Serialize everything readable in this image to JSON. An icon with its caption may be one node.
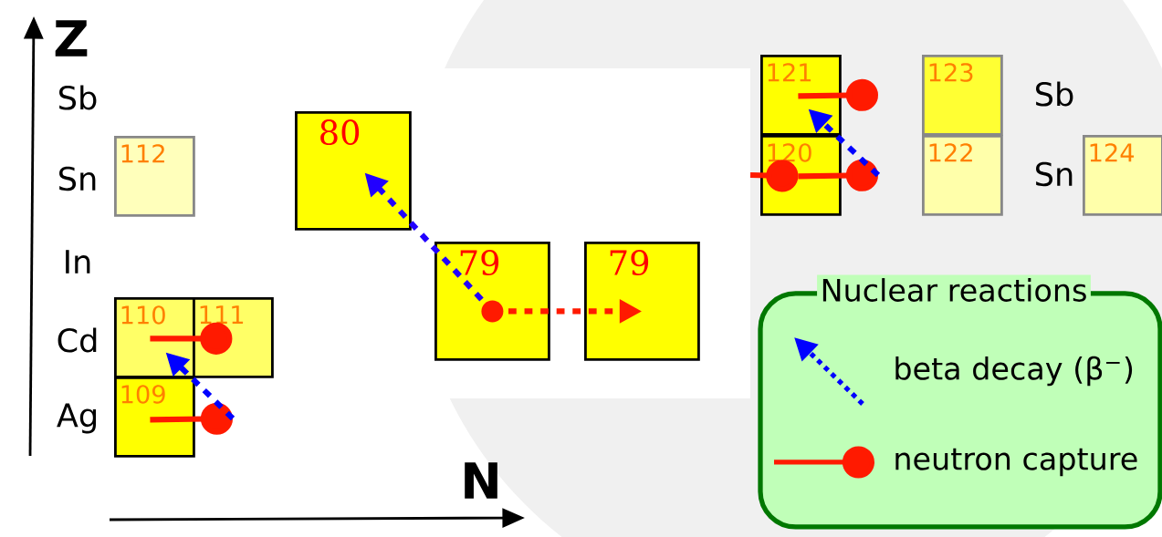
{
  "diagram": {
    "nodes": [
      {
        "text": [
          "112"
        ]
      },
      {
        "text": [
          "110"
        ]
      },
      {
        "text": [
          "111"
        ]
      },
      {
        "text": [
          "109"
        ]
      },
      {
        "text": [
          "80"
        ]
      },
      {
        "text": [
          "79"
        ]
      },
      {
        "text": [
          "79"
        ]
      },
      {
        "text": [
          "121"
        ]
      },
      {
        "text": [
          "120"
        ]
      },
      {
        "text": [
          "123"
        ]
      },
      {
        "text": [
          "122"
        ]
      },
      {
        "text": [
          "124"
        ]
      },
      {
        "text": [
          "Nuclear reactions"
        ]
      }
    ],
    "edges": [
      {
        "from": 3,
        "to": null,
        "arrow": "other",
        "color": "#ff1a00"
      },
      {
        "from": null,
        "to": 1,
        "arrow": "to",
        "style": "dashed",
        "color": "#0000ff"
      },
      {
        "from": 1,
        "to": 2,
        "arrow": "other",
        "color": "#ff1a00"
      },
      {
        "from": 5,
        "to": 4,
        "arrow": "to",
        "style": "dashed",
        "color": "#2200ff"
      },
      {
        "from": 5,
        "to": 6,
        "arrow": "to",
        "style": "dashed",
        "color": "#ff1a00"
      },
      {
        "from": null,
        "to": 8,
        "arrow": "other",
        "color": "#ff1a00"
      },
      {
        "from": 8,
        "to": null,
        "arrow": "other",
        "color": "#ff1a00"
      },
      {
        "from": null,
        "to": 7,
        "arrow": "to",
        "style": "dashed",
        "color": "#0000ff"
      },
      {
        "from": 7,
        "to": null,
        "arrow": "other",
        "color": "#ff1a00"
      }
    ],
    "labels": [
      "Z",
      "Sb",
      "Sn",
      "In",
      "Cd",
      "Ag",
      "Sb",
      "Sn",
      "N"
    ],
    "legend": [
      {
        "text": "beta decay (β$^{−}$)"
      },
      {
        "text": "neutron capture"
      }
    ]
  }
}
